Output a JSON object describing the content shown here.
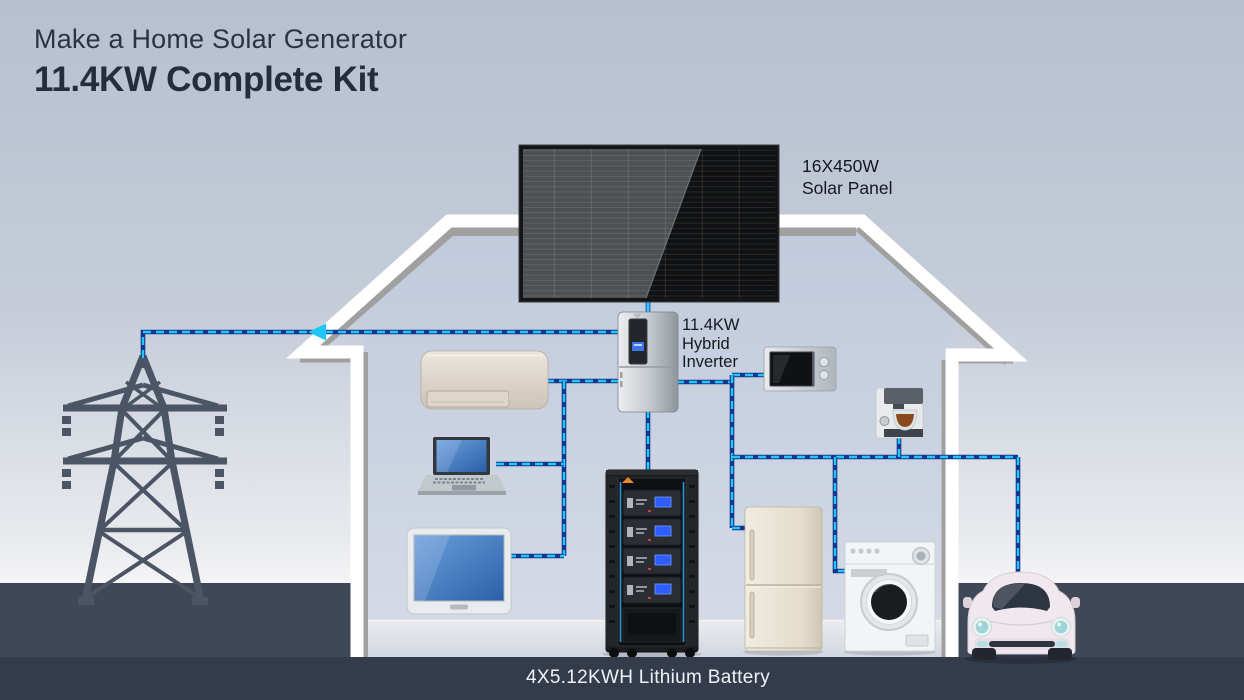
{
  "title": {
    "subtitle": "Make a Home Solar Generator",
    "main_line": "11.4KW Complete Kit"
  },
  "solar_panel_label": {
    "line1": "16X450W",
    "line2": "Solar Panel"
  },
  "inverter_label": {
    "line1": "11.4KW",
    "line2": "Hybrid",
    "line3": "Inverter"
  },
  "battery_label": "4X5.12KWH Lithium Battery",
  "palette": {
    "background_top": "#b7c1d1",
    "background_horizon": "#f3f4f5",
    "house_interior": "#c7d0df",
    "house_outline": "#ffffff",
    "ground": "#3f4856",
    "ground_strip": "#343c4b",
    "tower": "#4b5565",
    "wire_core": "#15368e",
    "wire_dash": "#1fc9f7",
    "title_text": "#2b3340",
    "battery_label_text": "#eef1f5"
  }
}
